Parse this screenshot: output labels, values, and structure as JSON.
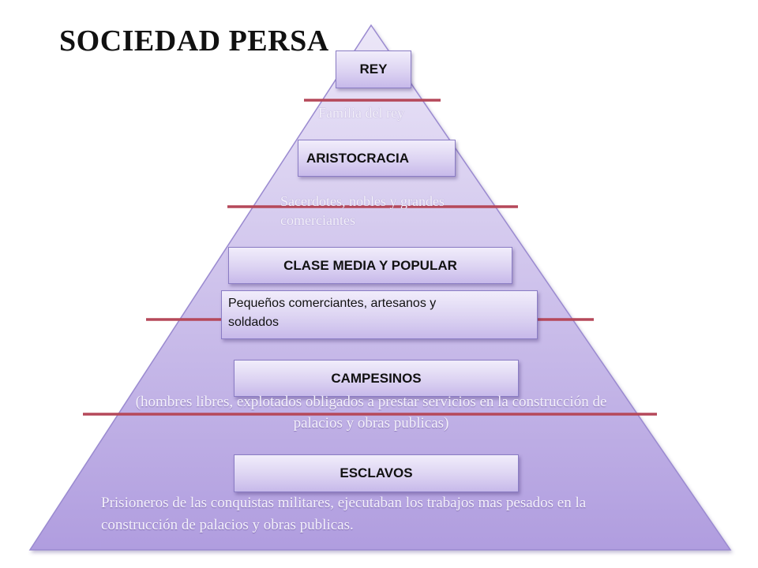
{
  "title": "SOCIEDAD PERSA",
  "levels": [
    {
      "label": "REY"
    },
    {
      "label": "ARISTOCRACIA"
    },
    {
      "label": "CLASE MEDIA Y POPULAR"
    },
    {
      "label": "CAMPESINOS"
    },
    {
      "label": "ESCLAVOS"
    }
  ],
  "notes": {
    "rey": "Familia del rey",
    "aristocracia": "Sacerdotes,  nobles y grandes  comerciantes",
    "clase_media": "Pequeños  comerciantes, artesanos y\n soldados",
    "campesinos": "(hombres libres, explotados obligados a prestar servicios en la construcción de palacios y obras publicas)",
    "esclavos": " Prisioneros de las conquistas militares, ejecutaban los trabajos mas pesados en la construcción de palacios y obras publicas."
  },
  "colors": {
    "pyramid_top": "#e9e3f7",
    "pyramid_bottom": "#b4a2e0",
    "pyramid_border": "#9a8ad0",
    "divider": "#b5485a"
  }
}
